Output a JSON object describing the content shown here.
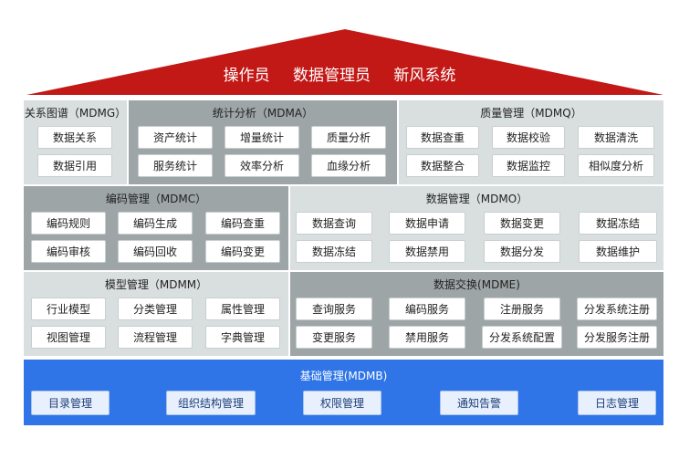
{
  "roof": {
    "items": [
      "操作员",
      "数据管理员",
      "新风系统"
    ],
    "color": "#c21816"
  },
  "rel": {
    "title": "关系图谱（MDMG）",
    "items": [
      "数据关系",
      "数据引用"
    ]
  },
  "stat": {
    "title": "统计分析（MDMA）",
    "items": [
      "资产统计",
      "增量统计",
      "质量分析",
      "服务统计",
      "效率分析",
      "血缘分析"
    ]
  },
  "qual": {
    "title": "质量管理（MDMQ）",
    "items": [
      "数据查重",
      "数据校验",
      "数据清洗",
      "数据整合",
      "数据监控",
      "相似度分析"
    ]
  },
  "code": {
    "title": "编码管理（MDMC）",
    "items": [
      "编码规则",
      "编码生成",
      "编码查重",
      "编码审核",
      "编码回收",
      "编码变更"
    ]
  },
  "dmgmt": {
    "title": "数据管理（MDMO）",
    "items": [
      "数据查询",
      "数据申请",
      "数据变更",
      "数据冻结",
      "数据冻结",
      "数据禁用",
      "数据分发",
      "数据维护"
    ]
  },
  "model": {
    "title": "模型管理（MDMM）",
    "items": [
      "行业模型",
      "分类管理",
      "属性管理",
      "视图管理",
      "流程管理",
      "字典管理"
    ]
  },
  "exch": {
    "title": "数据交换(MDME)",
    "items": [
      "查询服务",
      "编码服务",
      "注册服务",
      "分发系统注册",
      "变更服务",
      "禁用服务",
      "分发系统配置",
      "分发服务注册"
    ]
  },
  "base": {
    "title": "基础管理(MDMB)",
    "items": [
      "目录管理",
      "组织结构管理",
      "权限管理",
      "通知告警",
      "日志管理"
    ]
  }
}
